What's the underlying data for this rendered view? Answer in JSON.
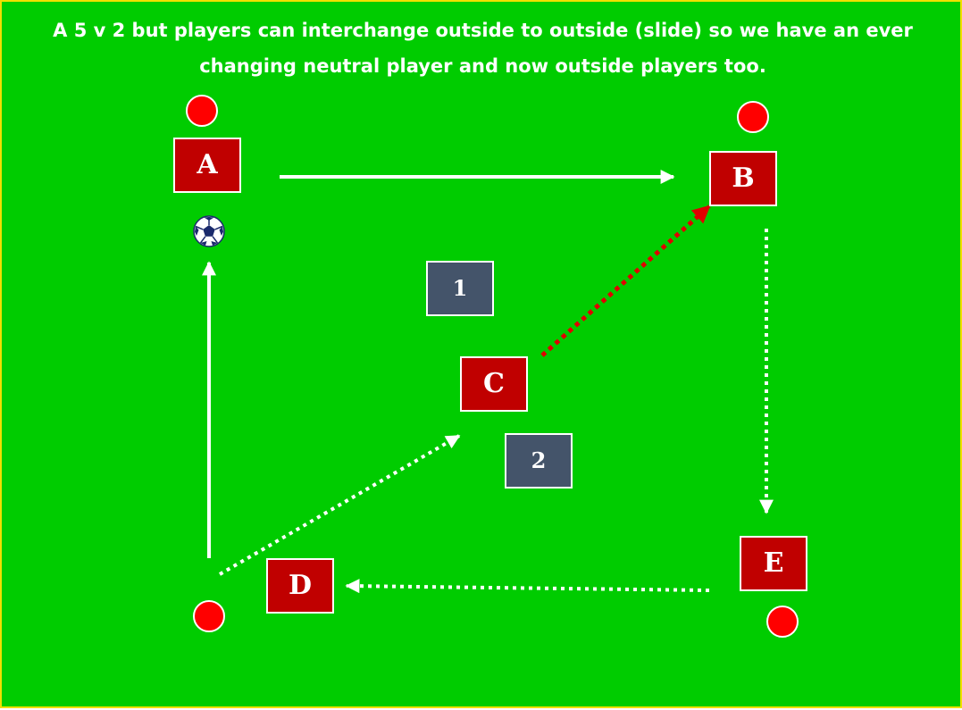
{
  "title": "A 5 v 2 but players can interchange outside to outside (slide) so we have an ever changing neutral player and now outside players too.",
  "players": {
    "a": "A",
    "b": "B",
    "c": "C",
    "d": "D",
    "e": "E"
  },
  "defenders": {
    "one": "1",
    "two": "2"
  },
  "icons": {
    "ball": "soccer-ball-icon",
    "cone": "cone-marker"
  },
  "colors": {
    "pitch": "#00cc00",
    "border": "#f0e000",
    "player": "#c00000",
    "defender": "#44546a",
    "cone": "#ff0000",
    "pass": "#ffffff",
    "pass_highlight": "#e00000"
  }
}
